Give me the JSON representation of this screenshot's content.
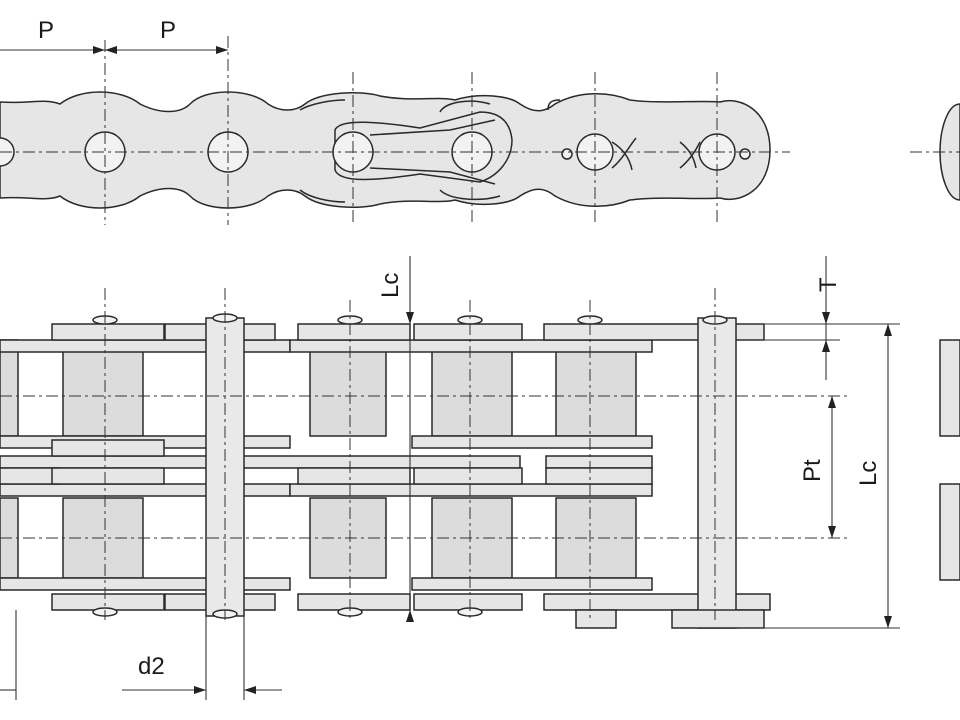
{
  "labels": {
    "pitch_left": "P",
    "pitch_right": "P",
    "inner_width_label": "Lc",
    "plate_thickness": "T",
    "transverse_pitch": "Pt",
    "overall_length": "Lc",
    "pin_diameter": "d2"
  },
  "icons": [
    "chain-side-view",
    "chain-top-view"
  ]
}
